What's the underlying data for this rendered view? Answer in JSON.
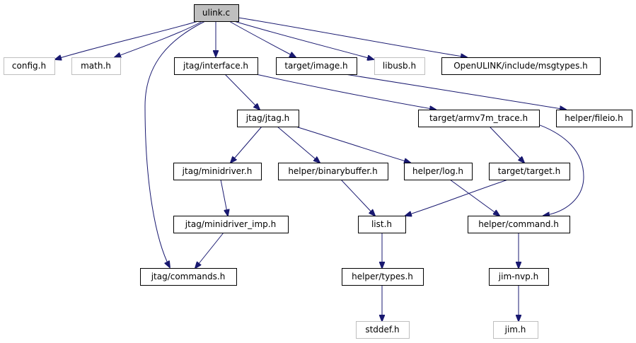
{
  "colors": {
    "edge": "#191970",
    "node_border": "#000000",
    "missing_border": "#bfbfbf",
    "missing_text": "#808080",
    "root_fill": "#bfbfbf",
    "node_fill": "#ffffff"
  },
  "nodes": [
    {
      "id": "ulink_c",
      "label": "ulink.c",
      "kind": "root"
    },
    {
      "id": "config_h",
      "label": "config.h",
      "kind": "missing"
    },
    {
      "id": "math_h",
      "label": "math.h",
      "kind": "missing"
    },
    {
      "id": "jtag_interface_h",
      "label": "jtag/interface.h",
      "kind": "normal"
    },
    {
      "id": "target_image_h",
      "label": "target/image.h",
      "kind": "normal"
    },
    {
      "id": "libusb_h",
      "label": "libusb.h",
      "kind": "missing"
    },
    {
      "id": "openulink_msgtypes_h",
      "label": "OpenULINK/include/msgtypes.h",
      "kind": "normal"
    },
    {
      "id": "jtag_jtag_h",
      "label": "jtag/jtag.h",
      "kind": "normal"
    },
    {
      "id": "target_armv7m_trace_h",
      "label": "target/armv7m_trace.h",
      "kind": "normal"
    },
    {
      "id": "helper_fileio_h",
      "label": "helper/fileio.h",
      "kind": "normal"
    },
    {
      "id": "jtag_minidriver_h",
      "label": "jtag/minidriver.h",
      "kind": "normal"
    },
    {
      "id": "helper_binarybuffer_h",
      "label": "helper/binarybuffer.h",
      "kind": "normal"
    },
    {
      "id": "helper_log_h",
      "label": "helper/log.h",
      "kind": "normal"
    },
    {
      "id": "target_target_h",
      "label": "target/target.h",
      "kind": "normal"
    },
    {
      "id": "jtag_minidriver_imp_h",
      "label": "jtag/minidriver_imp.h",
      "kind": "normal"
    },
    {
      "id": "list_h",
      "label": "list.h",
      "kind": "normal"
    },
    {
      "id": "helper_command_h",
      "label": "helper/command.h",
      "kind": "normal"
    },
    {
      "id": "jtag_commands_h",
      "label": "jtag/commands.h",
      "kind": "normal"
    },
    {
      "id": "helper_types_h",
      "label": "helper/types.h",
      "kind": "normal"
    },
    {
      "id": "jim_nvp_h",
      "label": "jim-nvp.h",
      "kind": "normal"
    },
    {
      "id": "stddef_h",
      "label": "stddef.h",
      "kind": "missing"
    },
    {
      "id": "jim_h",
      "label": "jim.h",
      "kind": "missing"
    }
  ],
  "edges": [
    {
      "from": "ulink_c",
      "to": "config_h"
    },
    {
      "from": "ulink_c",
      "to": "math_h"
    },
    {
      "from": "ulink_c",
      "to": "jtag_interface_h"
    },
    {
      "from": "ulink_c",
      "to": "target_image_h"
    },
    {
      "from": "ulink_c",
      "to": "libusb_h"
    },
    {
      "from": "ulink_c",
      "to": "openulink_msgtypes_h"
    },
    {
      "from": "ulink_c",
      "to": "jtag_commands_h"
    },
    {
      "from": "jtag_interface_h",
      "to": "jtag_jtag_h"
    },
    {
      "from": "jtag_interface_h",
      "to": "target_armv7m_trace_h"
    },
    {
      "from": "target_image_h",
      "to": "helper_fileio_h"
    },
    {
      "from": "jtag_jtag_h",
      "to": "jtag_minidriver_h"
    },
    {
      "from": "jtag_jtag_h",
      "to": "helper_binarybuffer_h"
    },
    {
      "from": "jtag_jtag_h",
      "to": "helper_log_h"
    },
    {
      "from": "target_armv7m_trace_h",
      "to": "target_target_h"
    },
    {
      "from": "target_armv7m_trace_h",
      "to": "helper_command_h"
    },
    {
      "from": "jtag_minidriver_h",
      "to": "jtag_minidriver_imp_h"
    },
    {
      "from": "jtag_minidriver_imp_h",
      "to": "jtag_commands_h"
    },
    {
      "from": "helper_binarybuffer_h",
      "to": "list_h"
    },
    {
      "from": "helper_log_h",
      "to": "helper_command_h"
    },
    {
      "from": "target_target_h",
      "to": "list_h"
    },
    {
      "from": "list_h",
      "to": "helper_types_h"
    },
    {
      "from": "helper_command_h",
      "to": "jim_nvp_h"
    },
    {
      "from": "helper_types_h",
      "to": "stddef_h"
    },
    {
      "from": "jim_nvp_h",
      "to": "jim_h"
    }
  ]
}
